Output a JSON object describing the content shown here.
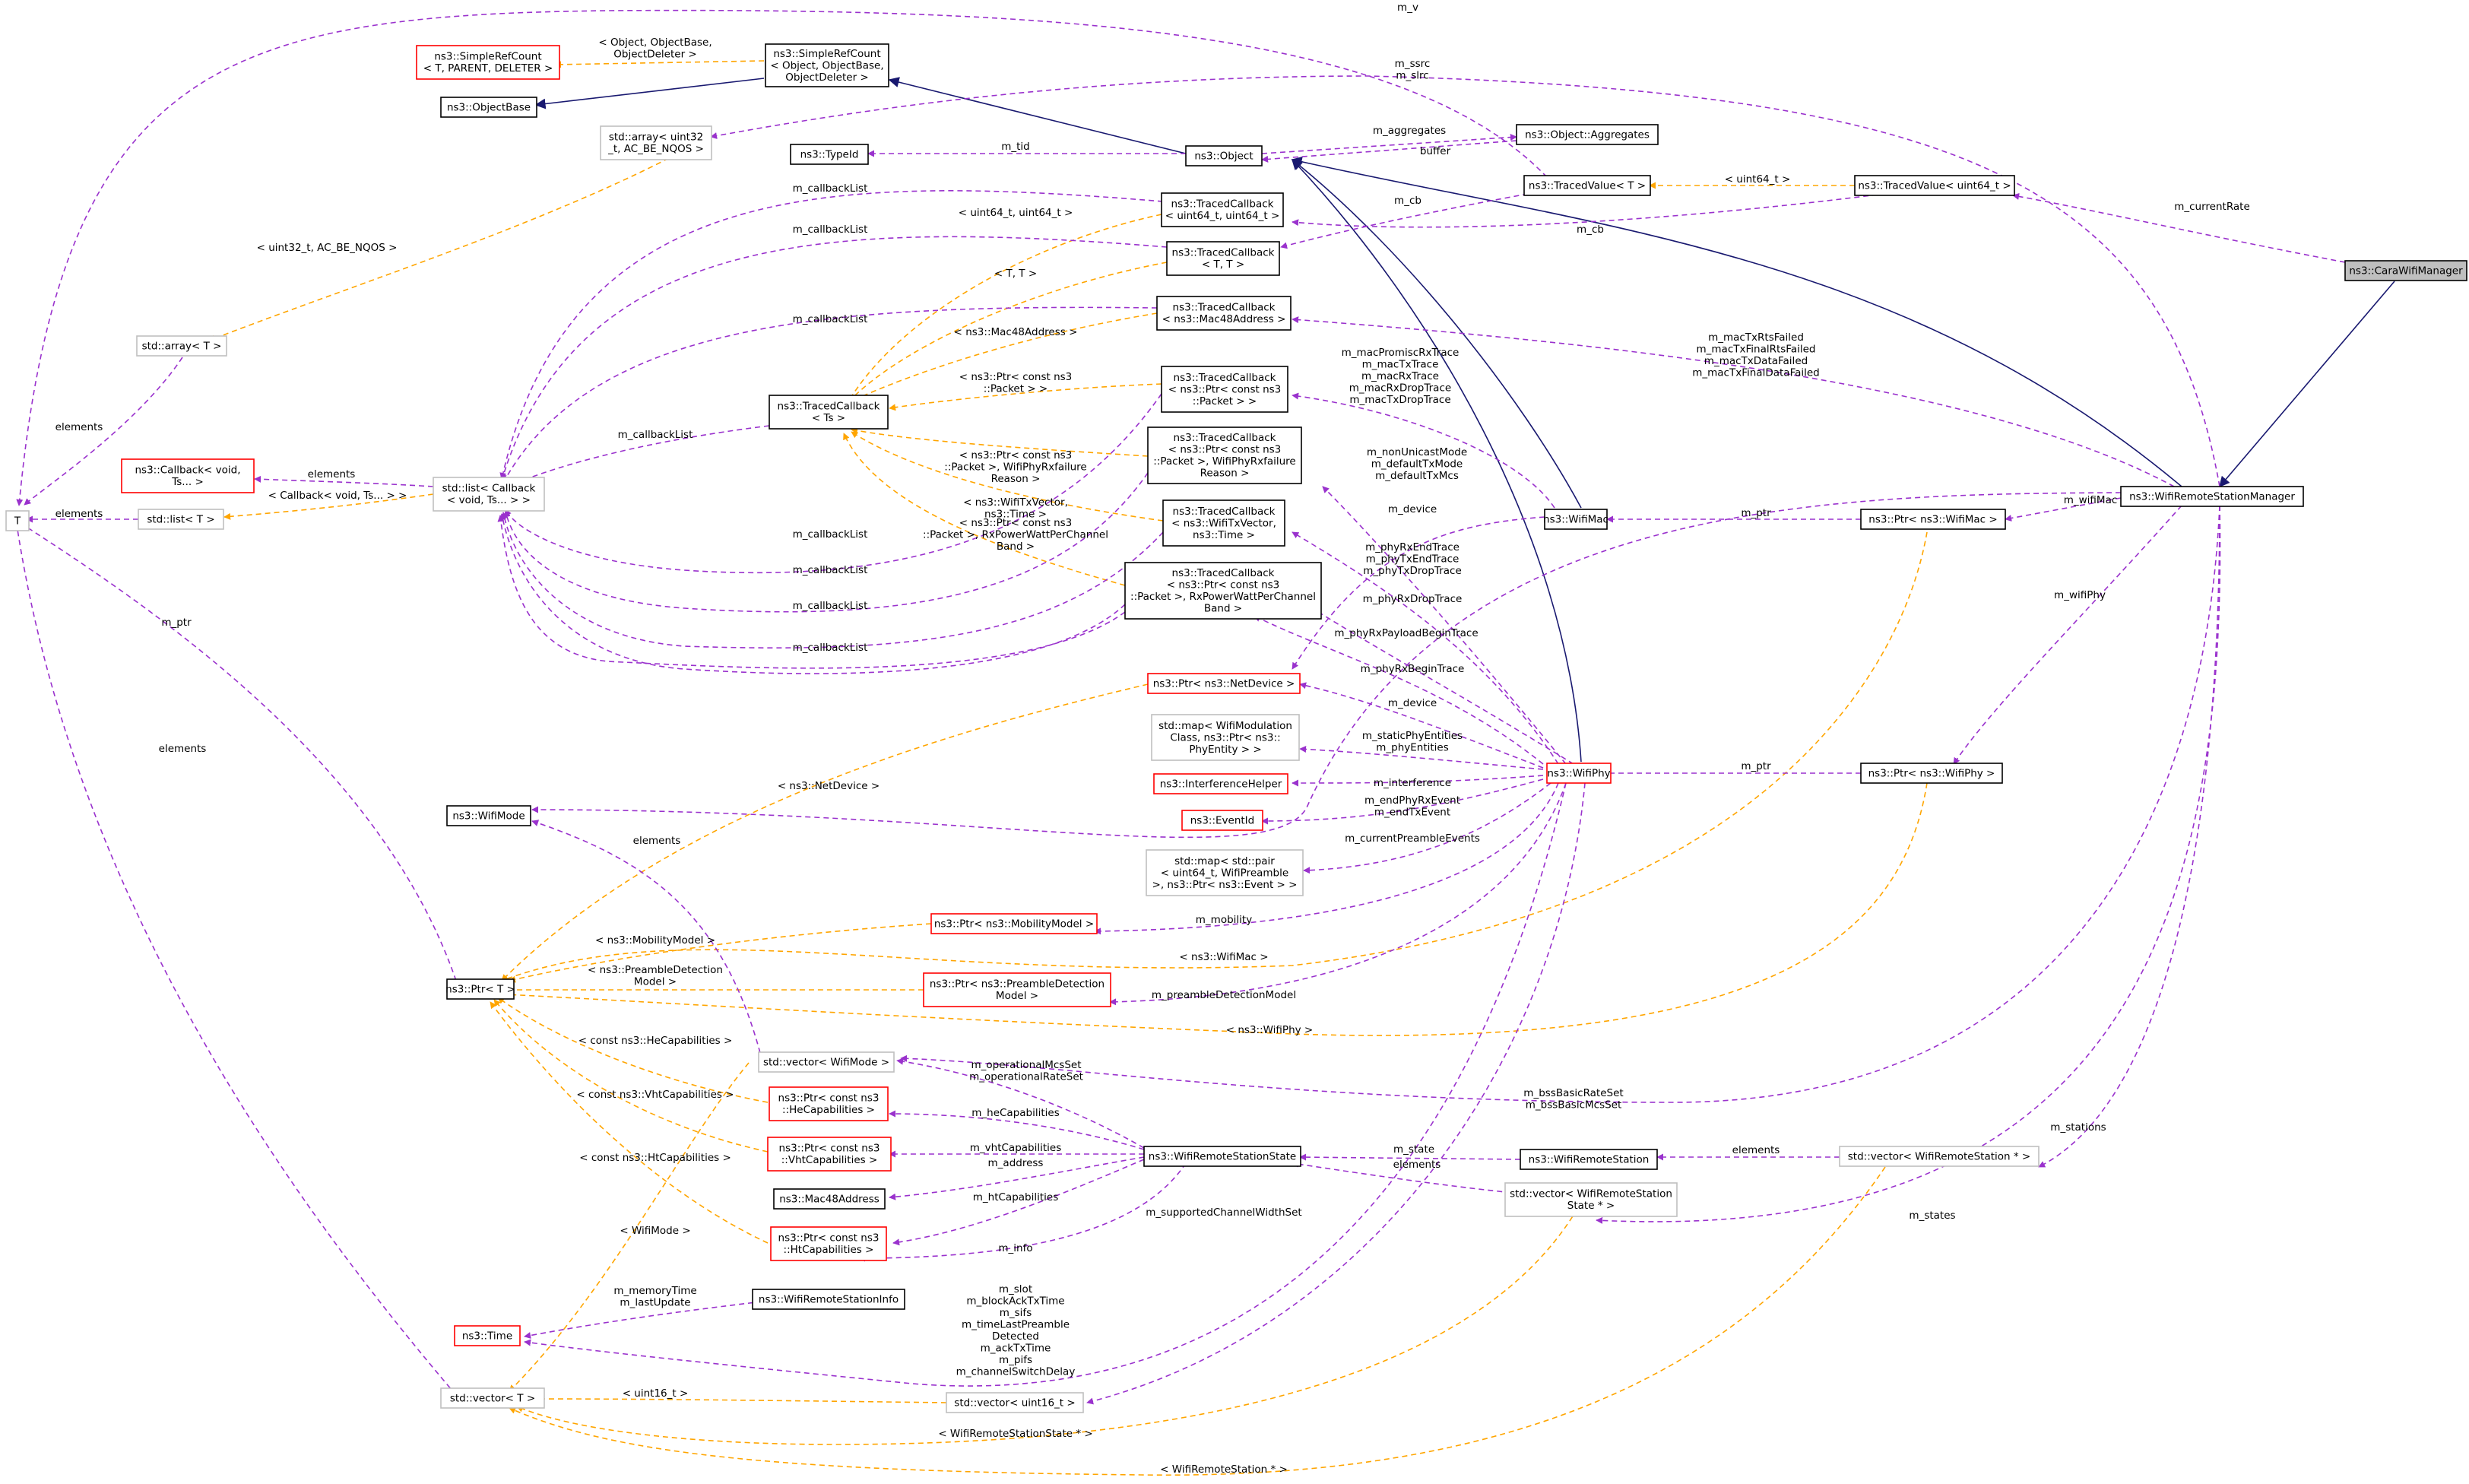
{
  "colors": {
    "purple": "#9a32cd",
    "orange": "#ffa500",
    "navy": "#191970",
    "node_black": "#000000",
    "node_red": "#ff0000",
    "node_gray": "#bfbfbf",
    "root_fill": "#bfbfbf"
  },
  "nodes": [
    {
      "id": "T",
      "lines": [
        "T"
      ],
      "style": "gray"
    },
    {
      "id": "SimpleRefCount",
      "lines": [
        "ns3::SimpleRefCount",
        "< T, PARENT, DELETER >"
      ],
      "style": "red"
    },
    {
      "id": "ObjectBase",
      "lines": [
        "ns3::ObjectBase"
      ],
      "style": "black"
    },
    {
      "id": "SimpleRefCountObj",
      "lines": [
        "ns3::SimpleRefCount",
        "< Object, ObjectBase,",
        "ObjectDeleter >"
      ],
      "style": "black"
    },
    {
      "id": "stdarray_uint32",
      "lines": [
        "std::array< uint32",
        "_t, AC_BE_NQOS >"
      ],
      "style": "gray"
    },
    {
      "id": "TypeId",
      "lines": [
        "ns3::TypeId"
      ],
      "style": "black"
    },
    {
      "id": "Object",
      "lines": [
        "ns3::Object"
      ],
      "style": "black"
    },
    {
      "id": "Aggregates",
      "lines": [
        "ns3::Object::Aggregates"
      ],
      "style": "black"
    },
    {
      "id": "TracedValueT",
      "lines": [
        "ns3::TracedValue< T >"
      ],
      "style": "black"
    },
    {
      "id": "TracedValueU64",
      "lines": [
        "ns3::TracedValue< uint64_t >"
      ],
      "style": "black"
    },
    {
      "id": "CaraWifiManager",
      "lines": [
        "ns3::CaraWifiManager"
      ],
      "style": "root"
    },
    {
      "id": "TCu64",
      "lines": [
        "ns3::TracedCallback",
        "< uint64_t, uint64_t >"
      ],
      "style": "black"
    },
    {
      "id": "TCTT",
      "lines": [
        "ns3::TracedCallback",
        "< T, T >"
      ],
      "style": "black"
    },
    {
      "id": "stdarrayT",
      "lines": [
        "std::array< T >"
      ],
      "style": "gray"
    },
    {
      "id": "TCMac48",
      "lines": [
        "ns3::TracedCallback",
        "< ns3::Mac48Address >"
      ],
      "style": "black"
    },
    {
      "id": "TCPacket",
      "lines": [
        "ns3::TracedCallback",
        "< ns3::Ptr< const ns3",
        "::Packet > >"
      ],
      "style": "black"
    },
    {
      "id": "TCTs",
      "lines": [
        "ns3::TracedCallback",
        "< Ts >"
      ],
      "style": "black"
    },
    {
      "id": "TCRxFail",
      "lines": [
        "ns3::TracedCallback",
        "< ns3::Ptr< const ns3",
        "::Packet >, WifiPhyRxfailure",
        "Reason >"
      ],
      "style": "black"
    },
    {
      "id": "CallbackVoid",
      "lines": [
        "ns3::Callback< void,",
        "Ts... >"
      ],
      "style": "red"
    },
    {
      "id": "stdlistCallback",
      "lines": [
        "std::list< Callback",
        "< void, Ts... > >"
      ],
      "style": "gray"
    },
    {
      "id": "stdlistT",
      "lines": [
        "std::list< T >"
      ],
      "style": "gray"
    },
    {
      "id": "TCTxVector",
      "lines": [
        "ns3::TracedCallback",
        "< ns3::WifiTxVector,",
        "ns3::Time >"
      ],
      "style": "black"
    },
    {
      "id": "WifiMac",
      "lines": [
        "ns3::WifiMac"
      ],
      "style": "black"
    },
    {
      "id": "PtrWifiMac",
      "lines": [
        "ns3::Ptr< ns3::WifiMac >"
      ],
      "style": "black"
    },
    {
      "id": "WifiRemoteStationManager",
      "lines": [
        "ns3::WifiRemoteStationManager"
      ],
      "style": "black"
    },
    {
      "id": "TCRxPower",
      "lines": [
        "ns3::TracedCallback",
        "< ns3::Ptr< const ns3",
        "::Packet >, RxPowerWattPerChannel",
        "Band >"
      ],
      "style": "black"
    },
    {
      "id": "PtrNetDevice",
      "lines": [
        "ns3::Ptr< ns3::NetDevice >"
      ],
      "style": "red"
    },
    {
      "id": "mapWifiMod",
      "lines": [
        "std::map< WifiModulation",
        "Class, ns3::Ptr< ns3::",
        "PhyEntity > >"
      ],
      "style": "gray"
    },
    {
      "id": "InterferenceHelper",
      "lines": [
        "ns3::InterferenceHelper"
      ],
      "style": "red"
    },
    {
      "id": "WifiPhy",
      "lines": [
        "ns3::WifiPhy"
      ],
      "style": "red"
    },
    {
      "id": "PtrWifiPhy",
      "lines": [
        "ns3::Ptr< ns3::WifiPhy >"
      ],
      "style": "black"
    },
    {
      "id": "EventId",
      "lines": [
        "ns3::EventId"
      ],
      "style": "red"
    },
    {
      "id": "WifiMode",
      "lines": [
        "ns3::WifiMode"
      ],
      "style": "black"
    },
    {
      "id": "mapPair",
      "lines": [
        "std::map< std::pair",
        "< uint64_t, WifiPreamble",
        ">, ns3::Ptr< ns3::Event > >"
      ],
      "style": "gray"
    },
    {
      "id": "PtrMobility",
      "lines": [
        "ns3::Ptr< ns3::MobilityModel >"
      ],
      "style": "red"
    },
    {
      "id": "PtrT",
      "lines": [
        "ns3::Ptr< T >"
      ],
      "style": "black"
    },
    {
      "id": "PtrPreamble",
      "lines": [
        "ns3::Ptr< ns3::PreambleDetection",
        "Model >"
      ],
      "style": "red"
    },
    {
      "id": "vectorWifiMode",
      "lines": [
        "std::vector< WifiMode >"
      ],
      "style": "gray"
    },
    {
      "id": "PtrHe",
      "lines": [
        "ns3::Ptr< const ns3",
        "::HeCapabilities >"
      ],
      "style": "red"
    },
    {
      "id": "PtrVht",
      "lines": [
        "ns3::Ptr< const ns3",
        "::VhtCapabilities >"
      ],
      "style": "red"
    },
    {
      "id": "WifiRemoteStationState",
      "lines": [
        "ns3::WifiRemoteStationState"
      ],
      "style": "black"
    },
    {
      "id": "WifiRemoteStation",
      "lines": [
        "ns3::WifiRemoteStation"
      ],
      "style": "black"
    },
    {
      "id": "vectorWRSptr",
      "lines": [
        "std::vector< WifiRemoteStation * >"
      ],
      "style": "gray"
    },
    {
      "id": "Mac48Address",
      "lines": [
        "ns3::Mac48Address"
      ],
      "style": "black"
    },
    {
      "id": "vectorWRSState",
      "lines": [
        "std::vector< WifiRemoteStation",
        "State * >"
      ],
      "style": "gray"
    },
    {
      "id": "PtrHt",
      "lines": [
        "ns3::Ptr< const ns3",
        "::HtCapabilities >"
      ],
      "style": "red"
    },
    {
      "id": "WifiRemoteStationInfo",
      "lines": [
        "ns3::WifiRemoteStationInfo"
      ],
      "style": "black"
    },
    {
      "id": "Time",
      "lines": [
        "ns3::Time"
      ],
      "style": "red"
    },
    {
      "id": "vectorT",
      "lines": [
        "std::vector< T >"
      ],
      "style": "gray"
    },
    {
      "id": "vectorU16",
      "lines": [
        "std::vector< uint16_t >"
      ],
      "style": "gray"
    }
  ],
  "edge_labels": [
    {
      "id": "lbl_m_v",
      "lines": [
        "m_v"
      ]
    },
    {
      "id": "lbl_obj_objbase",
      "lines": [
        "< Object, ObjectBase,",
        "ObjectDeleter >"
      ]
    },
    {
      "id": "lbl_m_ssrc",
      "lines": [
        "m_ssrc",
        "m_slrc"
      ]
    },
    {
      "id": "lbl_m_aggregates",
      "lines": [
        "m_aggregates"
      ]
    },
    {
      "id": "lbl_buffer",
      "lines": [
        "buffer"
      ]
    },
    {
      "id": "lbl_m_tid",
      "lines": [
        "m_tid"
      ]
    },
    {
      "id": "lbl_uint64_t",
      "lines": [
        "< uint64_t >"
      ]
    },
    {
      "id": "lbl_m_currentRate",
      "lines": [
        "m_currentRate"
      ]
    },
    {
      "id": "lbl_m_cb_1",
      "lines": [
        "m_cb"
      ]
    },
    {
      "id": "lbl_m_cb_2",
      "lines": [
        "m_cb"
      ]
    },
    {
      "id": "lbl_cbl_1",
      "lines": [
        "m_callbackList"
      ]
    },
    {
      "id": "lbl_u64u64",
      "lines": [
        "< uint64_t, uint64_t >"
      ]
    },
    {
      "id": "lbl_cbl_2",
      "lines": [
        "m_callbackList"
      ]
    },
    {
      "id": "lbl_u32acbe",
      "lines": [
        "< uint32_t, AC_BE_NQOS >"
      ]
    },
    {
      "id": "lbl_TT",
      "lines": [
        "< T, T >"
      ]
    },
    {
      "id": "lbl_cbl_3",
      "lines": [
        "m_callbackList"
      ]
    },
    {
      "id": "lbl_mac48",
      "lines": [
        "< ns3::Mac48Address >"
      ]
    },
    {
      "id": "lbl_macTx",
      "lines": [
        "m_macTxRtsFailed",
        "m_macTxFinalRtsFailed",
        "m_macTxDataFailed",
        "m_macTxFinalDataFailed"
      ]
    },
    {
      "id": "lbl_macProm",
      "lines": [
        "m_macPromiscRxTrace",
        "m_macTxTrace",
        "m_macRxTrace",
        "m_macRxDropTrace",
        "m_macTxDropTrace"
      ]
    },
    {
      "id": "lbl_elements_1",
      "lines": [
        "elements"
      ]
    },
    {
      "id": "lbl_ptrPacket",
      "lines": [
        "< ns3::Ptr< const ns3",
        "::Packet > >"
      ]
    },
    {
      "id": "lbl_cbl_4",
      "lines": [
        "m_callbackList"
      ]
    },
    {
      "id": "lbl_rxfail",
      "lines": [
        "< ns3::Ptr< const ns3",
        "::Packet >, WifiPhyRxfailure",
        "Reason >"
      ]
    },
    {
      "id": "lbl_nonUnicast",
      "lines": [
        "m_nonUnicastMode",
        "m_defaultTxMode",
        "m_defaultTxMcs"
      ]
    },
    {
      "id": "lbl_elements_2",
      "lines": [
        "elements"
      ]
    },
    {
      "id": "lbl_cb_void",
      "lines": [
        "< Callback< void, Ts... > >"
      ]
    },
    {
      "id": "lbl_m_wifiMac",
      "lines": [
        "m_wifiMac"
      ]
    },
    {
      "id": "lbl_elements_3",
      "lines": [
        "elements"
      ]
    },
    {
      "id": "lbl_txvec",
      "lines": [
        "< ns3::WifiTxVector,",
        "ns3::Time >"
      ]
    },
    {
      "id": "lbl_m_device_1",
      "lines": [
        "m_device"
      ]
    },
    {
      "id": "lbl_m_ptr_1",
      "lines": [
        "m_ptr"
      ]
    },
    {
      "id": "lbl_rxpower",
      "lines": [
        "< ns3::Ptr< const ns3",
        "::Packet >, RxPowerWattPerChannel",
        "Band >"
      ]
    },
    {
      "id": "lbl_cbl_5",
      "lines": [
        "m_callbackList"
      ]
    },
    {
      "id": "lbl_phyRxEnd",
      "lines": [
        "m_phyRxEndTrace",
        "m_phyTxEndTrace",
        "m_phyTxDropTrace"
      ]
    },
    {
      "id": "lbl_cbl_6",
      "lines": [
        "m_callbackList"
      ]
    },
    {
      "id": "lbl_phyRxDrop",
      "lines": [
        "m_phyRxDropTrace"
      ]
    },
    {
      "id": "lbl_m_wifiPhy",
      "lines": [
        "m_wifiPhy"
      ]
    },
    {
      "id": "lbl_m_ptr_2",
      "lines": [
        "m_ptr"
      ]
    },
    {
      "id": "lbl_cbl_7",
      "lines": [
        "m_callbackList"
      ]
    },
    {
      "id": "lbl_phyRxPayload",
      "lines": [
        "m_phyRxPayloadBeginTrace"
      ]
    },
    {
      "id": "lbl_cbl_8",
      "lines": [
        "m_callbackList"
      ]
    },
    {
      "id": "lbl_phyRxBegin",
      "lines": [
        "m_phyRxBeginTrace"
      ]
    },
    {
      "id": "lbl_m_device_2",
      "lines": [
        "m_device"
      ]
    },
    {
      "id": "lbl_elements_4",
      "lines": [
        "elements"
      ]
    },
    {
      "id": "lbl_staticPhy",
      "lines": [
        "m_staticPhyEntities",
        "m_phyEntities"
      ]
    },
    {
      "id": "lbl_netdevice",
      "lines": [
        "< ns3::NetDevice >"
      ]
    },
    {
      "id": "lbl_m_ptr_3",
      "lines": [
        "m_ptr"
      ]
    },
    {
      "id": "lbl_interference",
      "lines": [
        "m_interference"
      ]
    },
    {
      "id": "lbl_endPhyRx",
      "lines": [
        "m_endPhyRxEvent",
        "m_endTxEvent"
      ]
    },
    {
      "id": "lbl_elements_5",
      "lines": [
        "elements"
      ]
    },
    {
      "id": "lbl_curPreamble",
      "lines": [
        "m_currentPreambleEvents"
      ]
    },
    {
      "id": "lbl_m_mobility",
      "lines": [
        "m_mobility"
      ]
    },
    {
      "id": "lbl_mobilitymodel",
      "lines": [
        "< ns3::MobilityModel >"
      ]
    },
    {
      "id": "lbl_wifimac_t",
      "lines": [
        "< ns3::WifiMac >"
      ]
    },
    {
      "id": "lbl_preambledet",
      "lines": [
        "< ns3::PreambleDetection",
        "Model >"
      ]
    },
    {
      "id": "lbl_preambleModel",
      "lines": [
        "m_preambleDetectionModel"
      ]
    },
    {
      "id": "lbl_wifiphy_t",
      "lines": [
        "< ns3::WifiPhy >"
      ]
    },
    {
      "id": "lbl_constHe",
      "lines": [
        "< const ns3::HeCapabilities >"
      ]
    },
    {
      "id": "lbl_opMcs",
      "lines": [
        "m_operationalMcsSet",
        "m_operationalRateSet"
      ]
    },
    {
      "id": "lbl_constVht",
      "lines": [
        "< const ns3::VhtCapabilities >"
      ]
    },
    {
      "id": "lbl_heCap",
      "lines": [
        "m_heCapabilities"
      ]
    },
    {
      "id": "lbl_bssBasic",
      "lines": [
        "m_bssBasicRateSet",
        "m_bssBasicMcsSet"
      ]
    },
    {
      "id": "lbl_m_stations",
      "lines": [
        "m_stations"
      ]
    },
    {
      "id": "lbl_constHt",
      "lines": [
        "< const ns3::HtCapabilities >"
      ]
    },
    {
      "id": "lbl_vhtCap",
      "lines": [
        "m_vhtCapabilities"
      ]
    },
    {
      "id": "lbl_m_address",
      "lines": [
        "m_address"
      ]
    },
    {
      "id": "lbl_m_state",
      "lines": [
        "m_state"
      ]
    },
    {
      "id": "lbl_elements_6",
      "lines": [
        "elements"
      ]
    },
    {
      "id": "lbl_elements_7",
      "lines": [
        "elements"
      ]
    },
    {
      "id": "lbl_htCap",
      "lines": [
        "m_htCapabilities"
      ]
    },
    {
      "id": "lbl_supChan",
      "lines": [
        "m_supportedChannelWidthSet"
      ]
    },
    {
      "id": "lbl_m_states",
      "lines": [
        "m_states"
      ]
    },
    {
      "id": "lbl_wifimode_t",
      "lines": [
        "< WifiMode >"
      ]
    },
    {
      "id": "lbl_m_info",
      "lines": [
        "m_info"
      ]
    },
    {
      "id": "lbl_memTime",
      "lines": [
        "m_memoryTime",
        "m_lastUpdate"
      ]
    },
    {
      "id": "lbl_slot",
      "lines": [
        "m_slot",
        "m_blockAckTxTime",
        "m_sifs",
        "m_timeLastPreamble",
        "Detected",
        "m_ackTxTime",
        "m_pifs",
        "m_channelSwitchDelay"
      ]
    },
    {
      "id": "lbl_uint16",
      "lines": [
        "< uint16_t >"
      ]
    },
    {
      "id": "lbl_wrsState_t",
      "lines": [
        "< WifiRemoteStationState * >"
      ]
    },
    {
      "id": "lbl_wrs_t",
      "lines": [
        "< WifiRemoteStation * >"
      ]
    }
  ]
}
